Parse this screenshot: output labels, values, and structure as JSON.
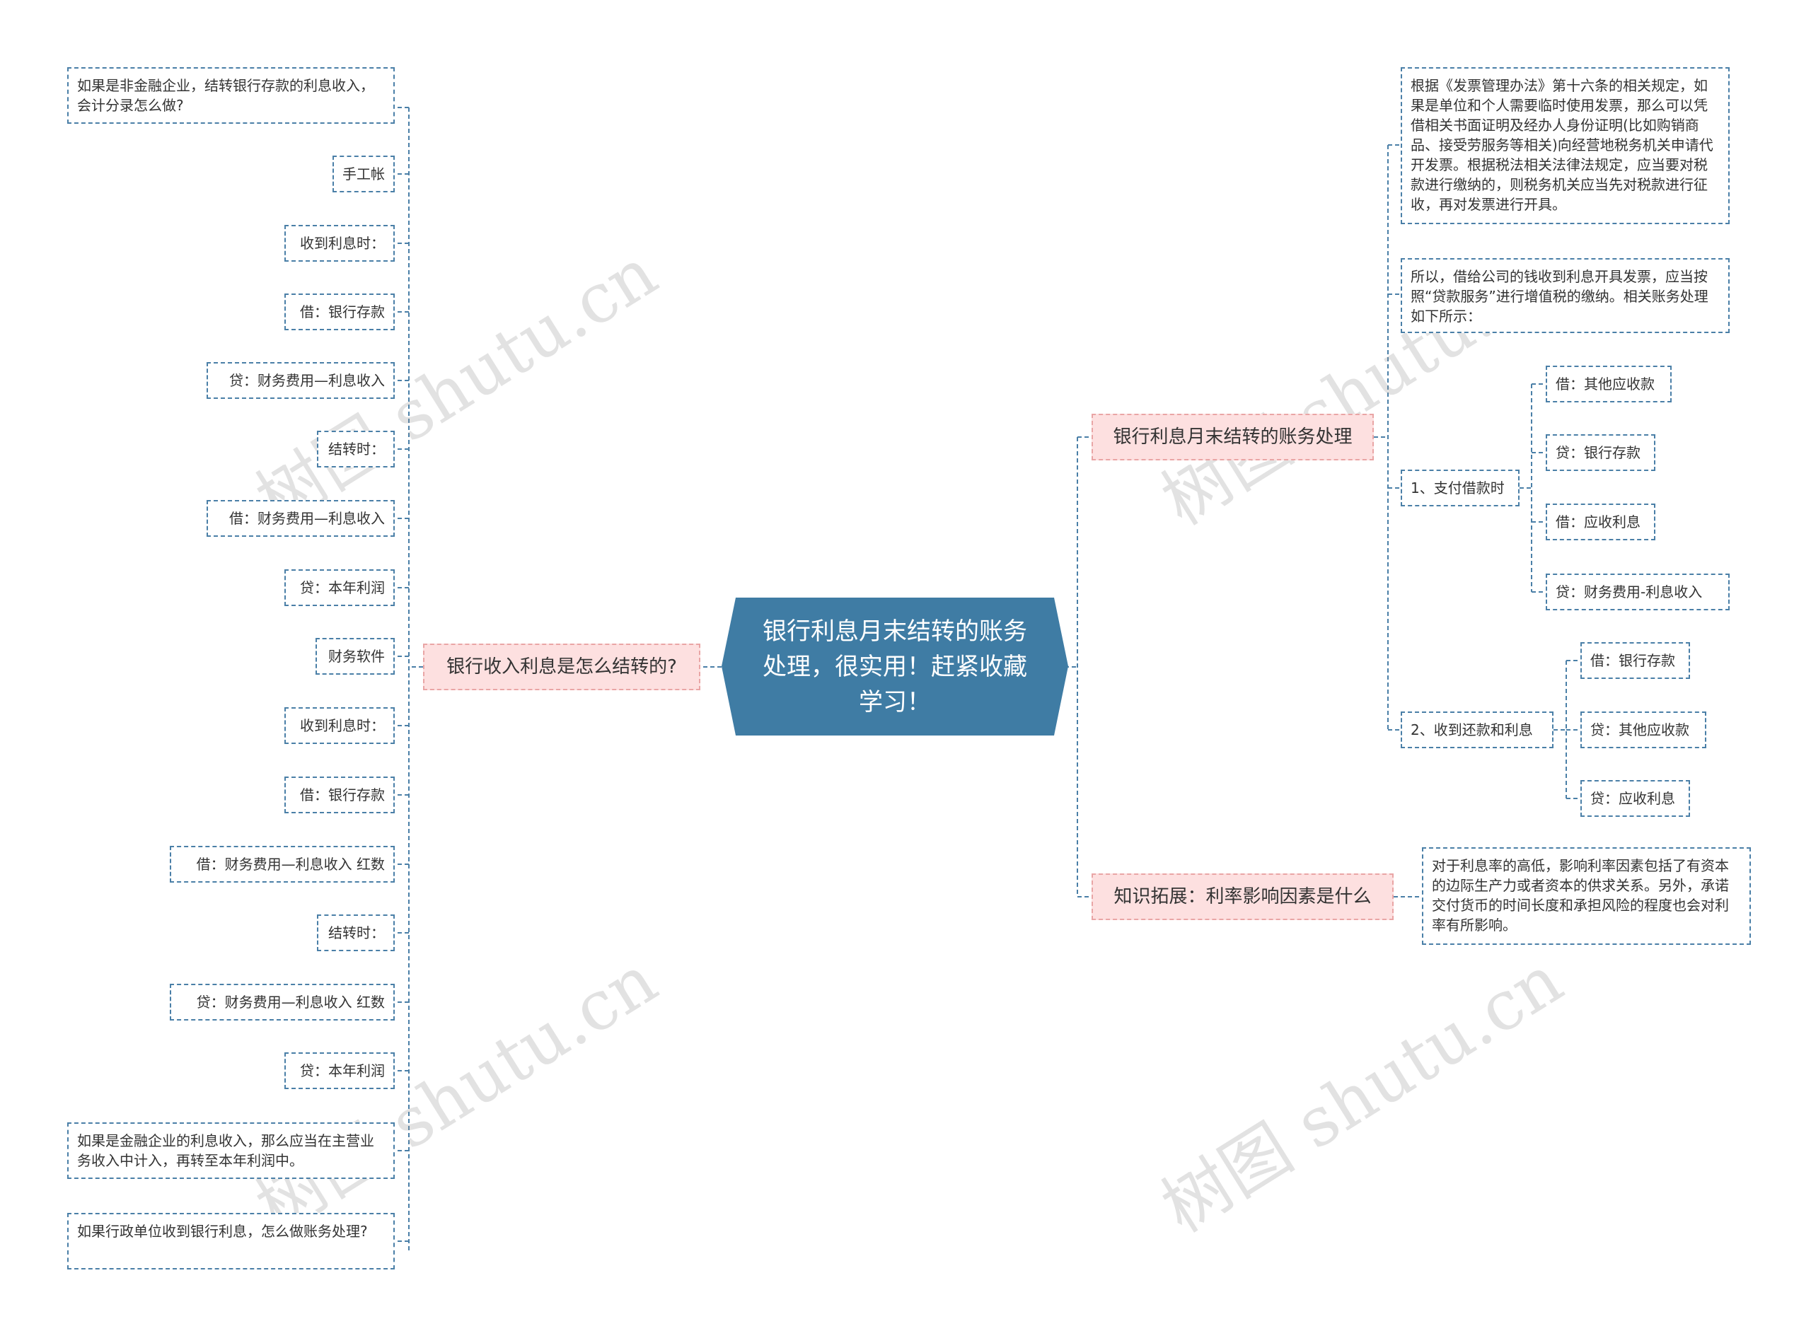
{
  "root": {
    "title": "银行利息月末结转的账务处理，很实用！赶紧收藏学习！"
  },
  "left_branch": {
    "label": "银行收入利息是怎么结转的?",
    "items": [
      "如果是非金融企业，结转银行存款的利息收入，会计分录怎么做?",
      "手工帐",
      "收到利息时：",
      "借：银行存款",
      "贷：财务费用—利息收入",
      "结转时：",
      "借：财务费用—利息收入",
      "贷：本年利润",
      "财务软件",
      "收到利息时：",
      "借：银行存款",
      "借：财务费用—利息收入 红数",
      "结转时：",
      "贷：财务费用—利息收入 红数",
      "贷：本年利润",
      "如果是金融企业的利息收入，那么应当在主营业务收入中计入，再转至本年利润中。",
      "如果行政单位收到银行利息，怎么做账务处理?"
    ]
  },
  "right_branch_1": {
    "label": "银行利息月末结转的账务处理",
    "note1": "根据《发票管理办法》第十六条的相关规定，如果是单位和个人需要临时使用发票，那么可以凭借相关书面证明及经办人身份证明(比如购销商品、接受劳服务等相关)向经营地税务机关申请代开发票。根据税法相关法律法规定，应当要对税款进行缴纳的，则税务机关应当先对税款进行征收，再对发票进行开具。",
    "note2": "所以，借给公司的钱收到利息开具发票，应当按照“贷款服务”进行增值税的缴纳。相关账务处理如下所示：",
    "sub1": {
      "label": "1、支付借款时",
      "items": [
        "借：其他应收款",
        "贷：银行存款",
        "借：应收利息",
        "贷：财务费用-利息收入"
      ]
    },
    "sub2": {
      "label": "2、收到还款和利息",
      "items": [
        "借：银行存款",
        "贷：其他应收款",
        "贷：应收利息"
      ]
    }
  },
  "right_branch_2": {
    "label": "知识拓展：利率影响因素是什么",
    "note": "对于利息率的高低，影响利率因素包括了有资本的边际生产力或者资本的供求关系。另外，承诺交付货币的时间长度和承担风险的程度也会对利率有所影响。"
  },
  "watermark": "树图 shutu.cn",
  "colors": {
    "root": "#3f7ca4",
    "branch_fill": "#fde0e0",
    "line": "#4a7fa7"
  }
}
